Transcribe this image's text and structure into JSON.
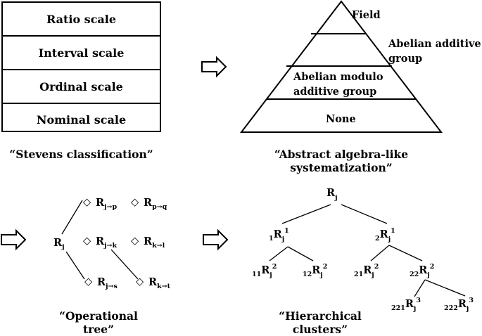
{
  "stevens": {
    "scales": [
      "Ratio scale",
      "Interval scale",
      "Ordinal scale",
      "Nominal scale"
    ],
    "caption": "“Stevens classification”"
  },
  "algebra": {
    "levels": [
      "Field",
      "Abelian additive",
      "group",
      "Abelian modulo",
      "additive group",
      "None"
    ],
    "caption": "“Abstract algebra-like systematization”"
  },
  "optree": {
    "root": "R",
    "root_sub": "j",
    "nodes": [
      {
        "label": "R",
        "sub": "j→p"
      },
      {
        "label": "R",
        "sub": "p→q"
      },
      {
        "label": "R",
        "sub": "j→k"
      },
      {
        "label": "R",
        "sub": "k→l"
      },
      {
        "label": "R",
        "sub": "j→s"
      },
      {
        "label": "R",
        "sub": "k→t"
      }
    ],
    "marker": "◇",
    "caption": "“Operational tree”"
  },
  "hier": {
    "root": {
      "main": "R",
      "sub": "j"
    },
    "nodes": [
      {
        "pre": "1",
        "main": "R",
        "sub": "j",
        "sup": "1"
      },
      {
        "pre": "2",
        "main": "R",
        "sub": "j",
        "sup": "1"
      },
      {
        "pre": "11",
        "main": "R",
        "sub": "j",
        "sup": "2"
      },
      {
        "pre": "12",
        "main": "R",
        "sub": "j",
        "sup": "2"
      },
      {
        "pre": "21",
        "main": "R",
        "sub": "j",
        "sup": "2"
      },
      {
        "pre": "22",
        "main": "R",
        "sub": "j",
        "sup": "2"
      },
      {
        "pre": "221",
        "main": "R",
        "sub": "j",
        "sup": "3"
      },
      {
        "pre": "222",
        "main": "R",
        "sub": "j",
        "sup": "3"
      }
    ],
    "caption": "“Hierarchical clusters”"
  }
}
